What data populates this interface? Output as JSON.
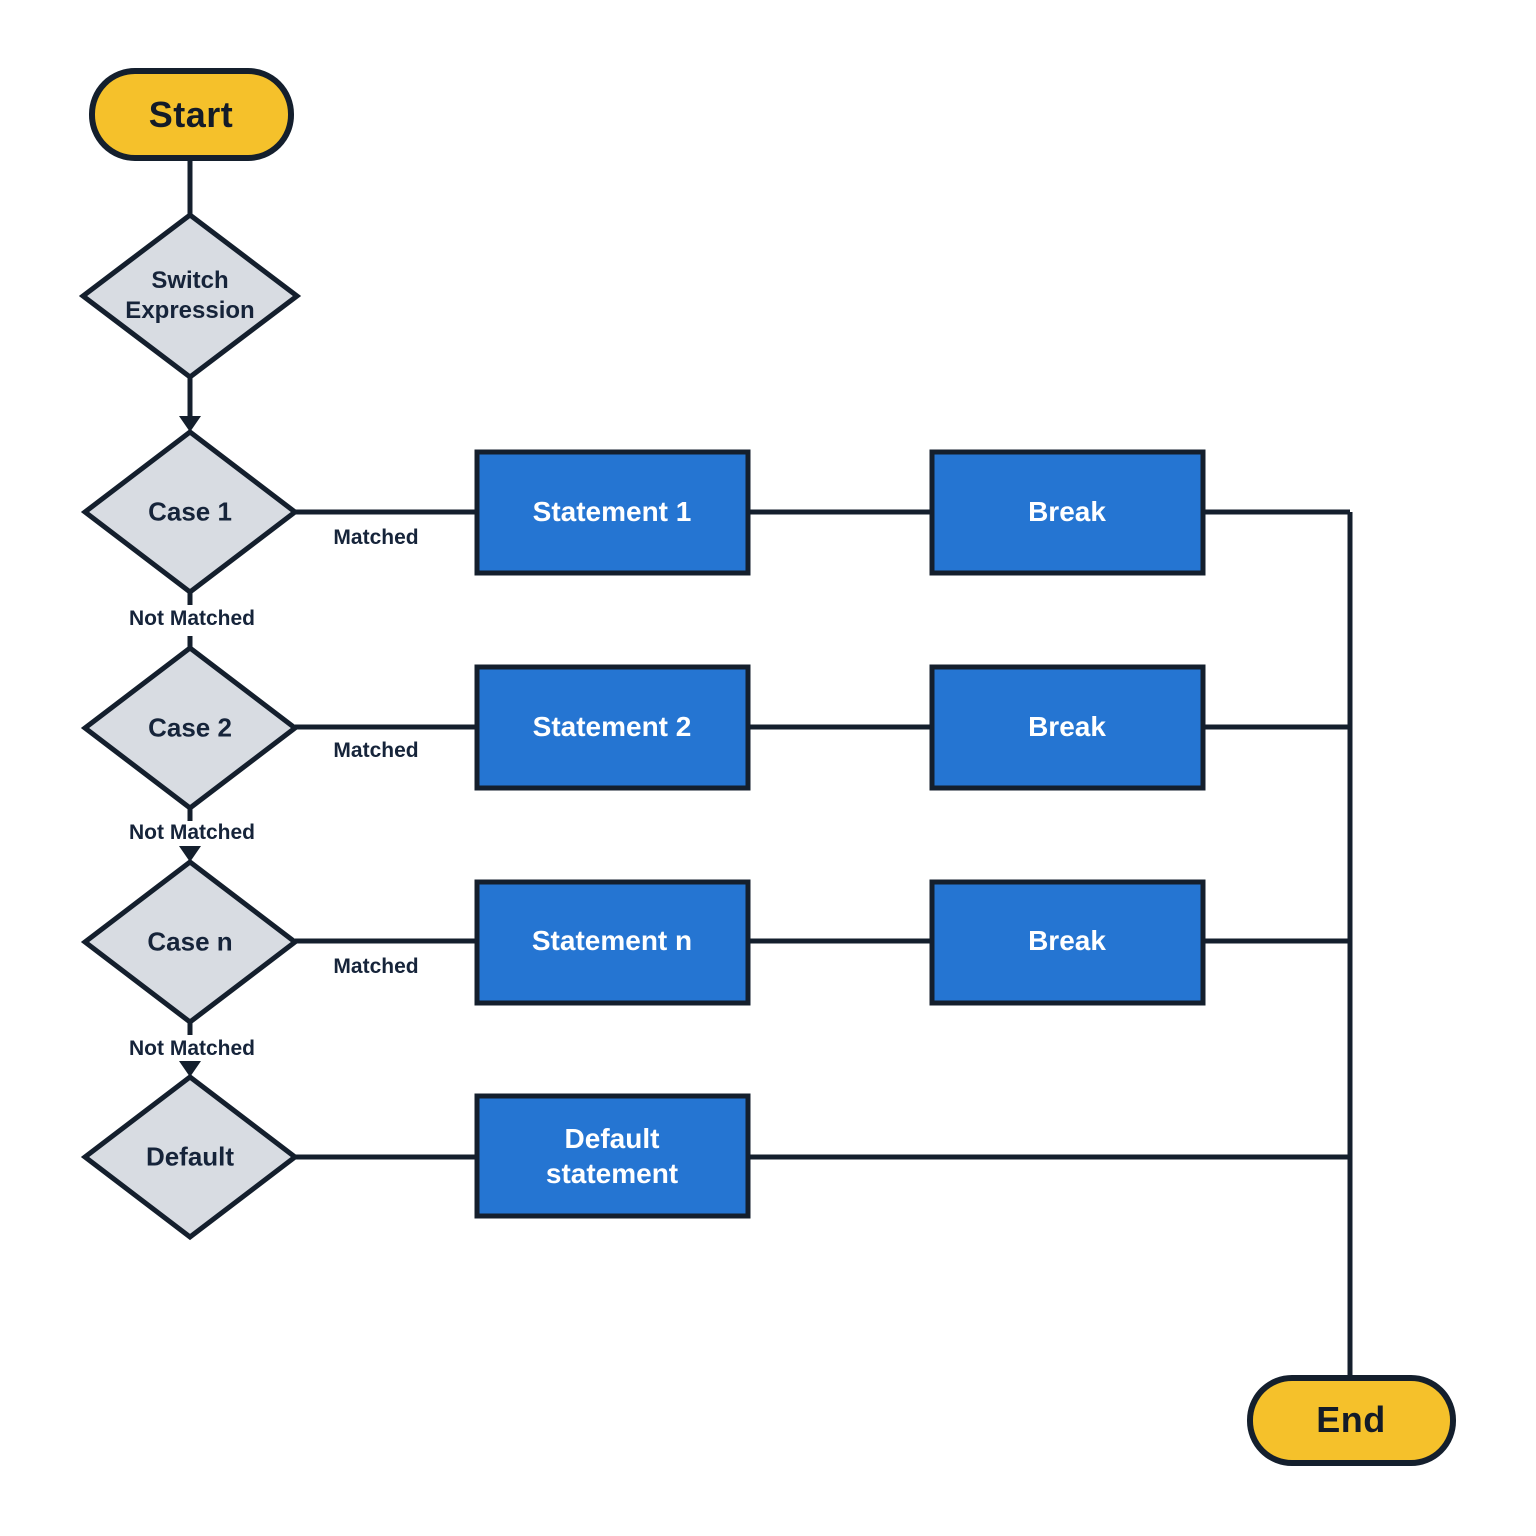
{
  "diagram": "switch-statement-flowchart",
  "colors": {
    "terminal_yellow": "#f5c12b",
    "process_blue": "#2575d2",
    "decision_fill": "#d8dce2",
    "line_navy": "#141f2d",
    "process_text": "#ffffff"
  },
  "nodes": {
    "start": "Start",
    "switch_expression": {
      "line1": "Switch",
      "line2": "Expression"
    },
    "case_1": "Case 1",
    "case_2": "Case 2",
    "case_n": "Case n",
    "default": "Default",
    "statement_1": "Statement 1",
    "statement_2": "Statement 2",
    "statement_n": "Statement n",
    "default_statement": {
      "line1": "Default",
      "line2": "statement"
    },
    "break_1": "Break",
    "break_2": "Break",
    "break_n": "Break",
    "end": "End"
  },
  "edge_labels": {
    "matched_1": "Matched",
    "matched_2": "Matched",
    "matched_n": "Matched",
    "not_matched_1": "Not Matched",
    "not_matched_2": "Not Matched",
    "not_matched_n": "Not Matched"
  }
}
